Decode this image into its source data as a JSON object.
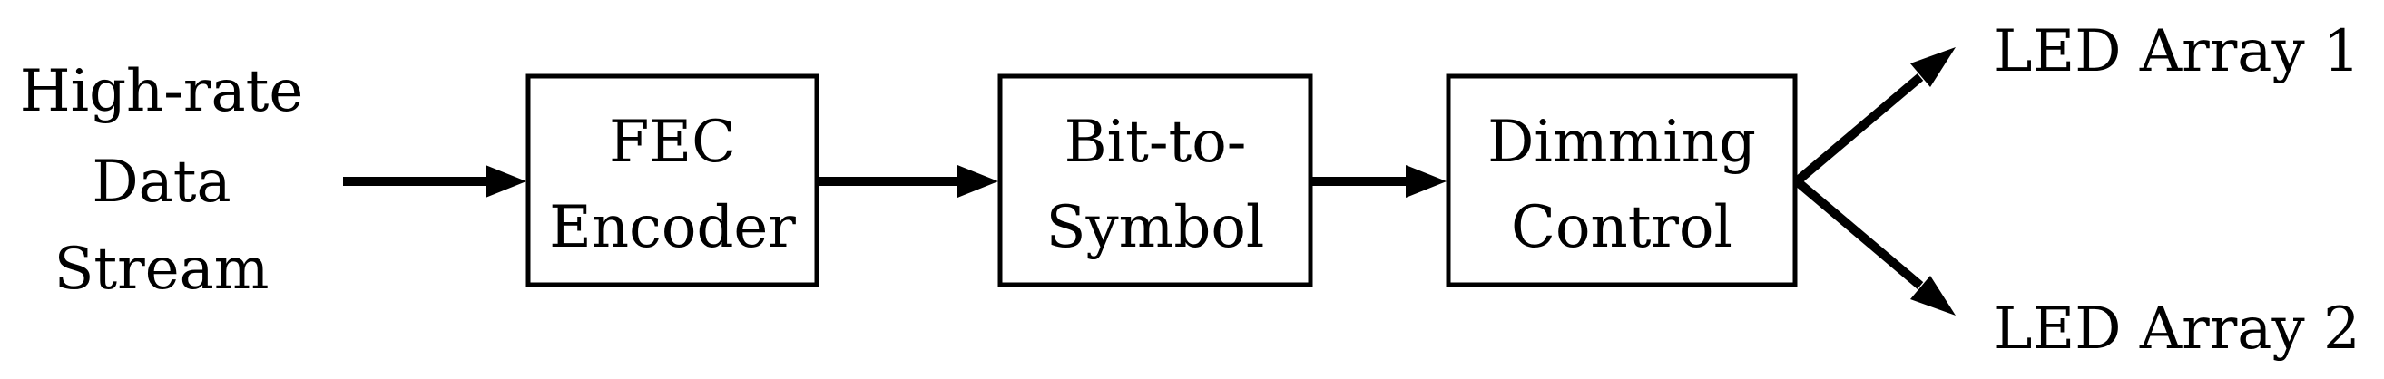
{
  "input": {
    "lines": [
      "High-rate",
      "Data",
      "Stream"
    ]
  },
  "blocks": [
    {
      "lines": [
        "FEC",
        "Encoder"
      ]
    },
    {
      "lines": [
        "Bit-to-",
        "Symbol"
      ]
    },
    {
      "lines": [
        "Dimming",
        "Control"
      ]
    }
  ],
  "outputs": [
    {
      "label": "LED Array 1"
    },
    {
      "label": "LED Array 2"
    }
  ]
}
